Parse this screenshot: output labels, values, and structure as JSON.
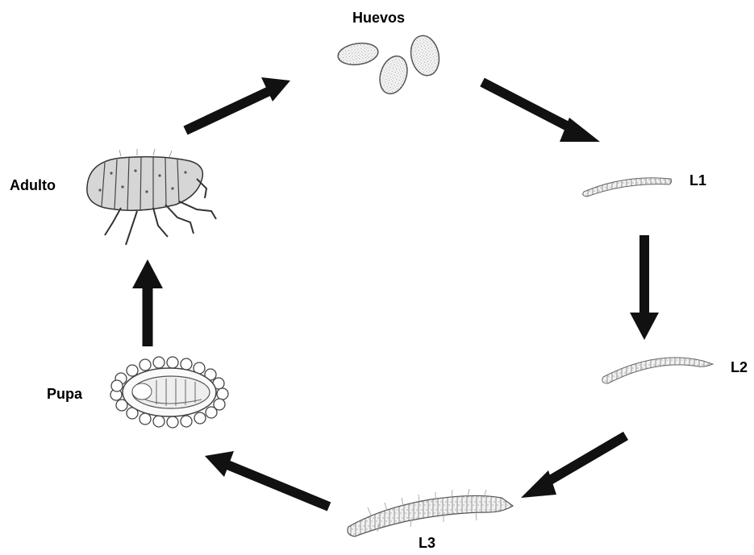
{
  "stages": {
    "eggs": "Huevos",
    "larva1": "L1",
    "larva2": "L2",
    "larva3": "L3",
    "pupa": "Pupa",
    "adult": "Adulto"
  }
}
